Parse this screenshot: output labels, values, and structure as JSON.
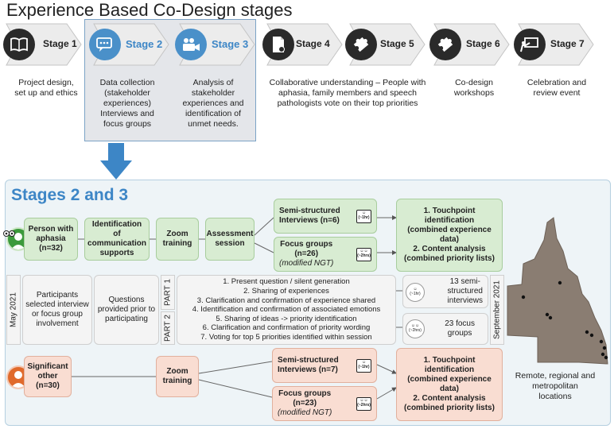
{
  "title": "Experience Based Co-Design stages",
  "stages": [
    {
      "label": "Stage 1",
      "icon": "book-icon",
      "desc": [
        "Project design,",
        "set up and ethics"
      ]
    },
    {
      "label": "Stage 2",
      "icon": "chat-icon",
      "desc": [
        "Data collection",
        "(stakeholder",
        "experiences)",
        "Interviews and",
        "focus groups"
      ]
    },
    {
      "label": "Stage 3",
      "icon": "video-camera-icon",
      "desc": [
        "Analysis of",
        "stakeholder",
        "experiences and",
        "identification of",
        "unmet needs."
      ]
    },
    {
      "label": "Stage 4",
      "icon": "document-icon",
      "desc": [
        "Collaborative understanding – People with",
        "aphasia, family members and speech",
        "pathologists vote on their top priorities"
      ]
    },
    {
      "label": "Stage 5",
      "icon": "puzzle-icon",
      "desc": []
    },
    {
      "label": "Stage 6",
      "icon": "puzzle-icon",
      "desc": [
        "Co-design",
        "workshops"
      ]
    },
    {
      "label": "Stage 7",
      "icon": "presentation-icon",
      "desc": [
        "Celebration and",
        "review event"
      ]
    }
  ],
  "panel_title": "Stages 2 and 3",
  "aphasia_row": {
    "person": [
      "Person with",
      "aphasia",
      "(n=32)"
    ],
    "supports": [
      "Identification",
      "of",
      "communication",
      "supports"
    ],
    "zoom": [
      "Zoom",
      "training"
    ],
    "assessment": [
      "Assessment",
      "session"
    ],
    "interviews": [
      "Semi-structured",
      "Interviews (n=6)"
    ],
    "focus": [
      "Focus groups",
      "(n=26)"
    ],
    "focus_note": "(modified NGT)",
    "result": [
      "1. Touchpoint identification",
      "(combined experience data)",
      "2. Content analysis",
      "(combined priority lists)"
    ]
  },
  "middle_row": {
    "start": "May 2021",
    "end": "September 2021",
    "participants": [
      "Participants",
      "selected interview",
      "or focus group",
      "involvement"
    ],
    "questions": [
      "Questions",
      "provided prior to",
      "participating"
    ],
    "part1": "PART 1",
    "part2": "PART 2",
    "steps": [
      "1. Present question / silent generation",
      "2. Sharing of experiences",
      "3. Clarification and confirmation of experience shared",
      "4. Identification and confirmation of associated emotions",
      "5. Sharing of ideas -> priority identification",
      "6. Clarification and confirmation of priority wording",
      "7. Voting for top 5 priorities identified within session"
    ],
    "interviews_count": [
      "13 semi-",
      "structured",
      "interviews"
    ],
    "focus_count": [
      "23 focus",
      "groups"
    ]
  },
  "other_row": {
    "person": [
      "Significant",
      "other",
      "(n=30)"
    ],
    "zoom": [
      "Zoom",
      "training"
    ],
    "interviews": [
      "Semi-structured",
      "Interviews (n=7)"
    ],
    "focus": [
      "Focus groups",
      "(n=23)"
    ],
    "focus_note": "(modified NGT)",
    "result": [
      "1. Touchpoint identification",
      "(combined experience data)",
      "2. Content analysis",
      "(combined priority lists)"
    ]
  },
  "icon_labels": {
    "one_hr": "(~1hr)",
    "two_hrs": "(~2hrs)"
  },
  "map_label": [
    "Remote, regional and",
    "metropolitan",
    "locations"
  ],
  "colors": {
    "accent_blue": "#3d86c6",
    "green_box": "#d8ecd2",
    "pink_box": "#f9ddd2",
    "map": "#8a7d72"
  }
}
